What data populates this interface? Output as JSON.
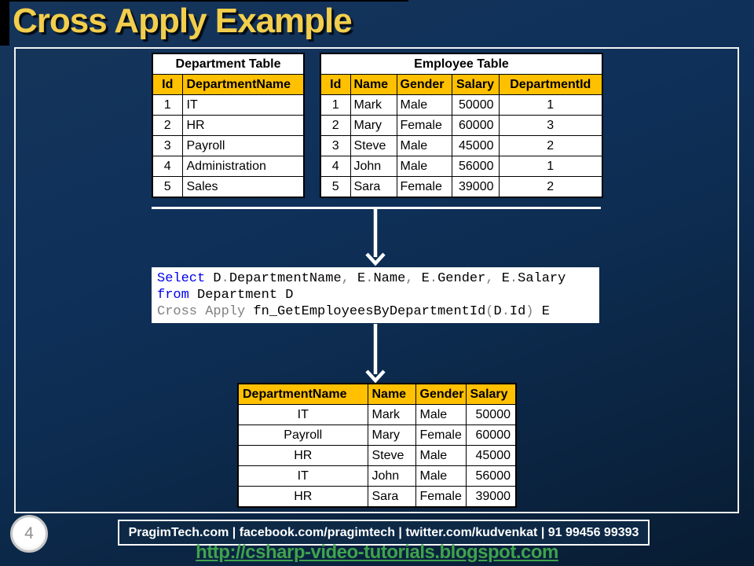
{
  "slide": {
    "title": "Cross Apply Example",
    "page_number": "4",
    "footer_bar": "PragimTech.com | facebook.com/pragimtech | twitter.com/kudvenkat | 91 99456 99393",
    "footer_url": "http://csharp-video-tutorials.blogspot.com"
  },
  "department_table": {
    "title": "Department Table",
    "headers": [
      "Id",
      "DepartmentName"
    ],
    "rows": [
      [
        "1",
        "IT"
      ],
      [
        "2",
        "HR"
      ],
      [
        "3",
        "Payroll"
      ],
      [
        "4",
        "Administration"
      ],
      [
        "5",
        "Sales"
      ]
    ]
  },
  "employee_table": {
    "title": "Employee Table",
    "headers": [
      "Id",
      "Name",
      "Gender",
      "Salary",
      "DepartmentId"
    ],
    "rows": [
      [
        "1",
        "Mark",
        "Male",
        "50000",
        "1"
      ],
      [
        "2",
        "Mary",
        "Female",
        "60000",
        "3"
      ],
      [
        "3",
        "Steve",
        "Male",
        "45000",
        "2"
      ],
      [
        "4",
        "John",
        "Male",
        "56000",
        "1"
      ],
      [
        "5",
        "Sara",
        "Female",
        "39000",
        "2"
      ]
    ]
  },
  "sql_query": {
    "lines": [
      [
        {
          "t": "Select",
          "c": "kw"
        },
        {
          "t": " D",
          "c": "id"
        },
        {
          "t": ".",
          "c": "gr"
        },
        {
          "t": "DepartmentName",
          "c": "id"
        },
        {
          "t": ",",
          "c": "gr"
        },
        {
          "t": " E",
          "c": "id"
        },
        {
          "t": ".",
          "c": "gr"
        },
        {
          "t": "Name",
          "c": "id"
        },
        {
          "t": ",",
          "c": "gr"
        },
        {
          "t": " E",
          "c": "id"
        },
        {
          "t": ".",
          "c": "gr"
        },
        {
          "t": "Gender",
          "c": "id"
        },
        {
          "t": ",",
          "c": "gr"
        },
        {
          "t": " E",
          "c": "id"
        },
        {
          "t": ".",
          "c": "gr"
        },
        {
          "t": "Salary",
          "c": "id"
        }
      ],
      [
        {
          "t": "from",
          "c": "kw"
        },
        {
          "t": " Department D",
          "c": "id"
        }
      ],
      [
        {
          "t": "Cross Apply",
          "c": "gr"
        },
        {
          "t": " fn_GetEmployeesByDepartmentId",
          "c": "id"
        },
        {
          "t": "(",
          "c": "gr"
        },
        {
          "t": "D",
          "c": "id"
        },
        {
          "t": ".",
          "c": "gr"
        },
        {
          "t": "Id",
          "c": "id"
        },
        {
          "t": ")",
          "c": "gr"
        },
        {
          "t": " E",
          "c": "id"
        }
      ]
    ]
  },
  "result_table": {
    "title": null,
    "headers": [
      "DepartmentName",
      "Name",
      "Gender",
      "Salary"
    ],
    "rows": [
      [
        "IT",
        "Mark",
        "Male",
        "50000"
      ],
      [
        "Payroll",
        "Mary",
        "Female",
        "60000"
      ],
      [
        "HR",
        "Steve",
        "Male",
        "45000"
      ],
      [
        "IT",
        "John",
        "Male",
        "56000"
      ],
      [
        "HR",
        "Sara",
        "Female",
        "39000"
      ]
    ]
  },
  "colors": {
    "background_navy": "#0d2c50",
    "table_header_gold": "#FFC000",
    "title_yellow": "#F2CE4C",
    "url_green": "#3FA34D",
    "sql_keyword_blue": "#0000F0",
    "sql_comment_gray": "#808080",
    "arrow_white": "#FFFFFF"
  }
}
